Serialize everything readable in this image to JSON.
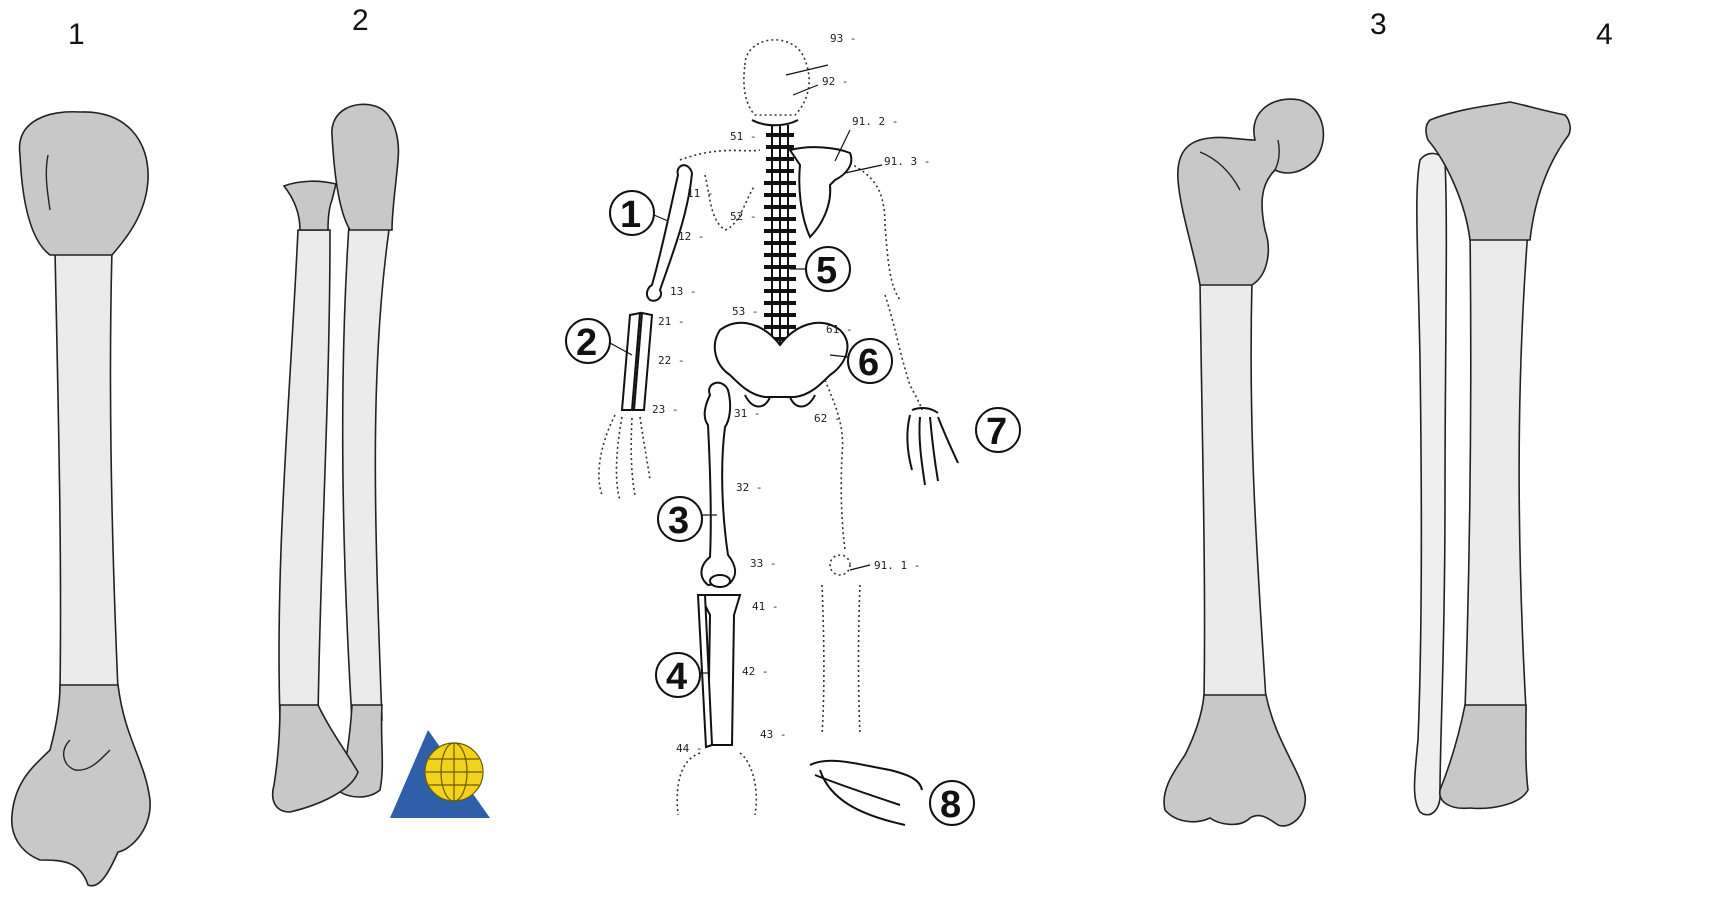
{
  "panels": [
    {
      "label": "1",
      "bone": "humerus"
    },
    {
      "label": "2",
      "bone": "radius-ulna"
    },
    {
      "label": "3",
      "bone": "femur"
    },
    {
      "label": "4",
      "bone": "tibia-fibula"
    }
  ],
  "skeleton": {
    "region_numbers": [
      "1",
      "2",
      "3",
      "4",
      "5",
      "6",
      "7",
      "8"
    ],
    "codes": {
      "c93": "93 -",
      "c92": "92 -",
      "c51": "51 -",
      "c912": "91. 2 -",
      "c913": "91. 3 -",
      "c11": "11 -",
      "c52": "52 -",
      "c12": "12 -",
      "c13": "13 -",
      "c53": "53 -",
      "c61": "61 -",
      "c21": "21 -",
      "c22": "22 -",
      "c23": "23 -",
      "c31": "31 -",
      "c62": "62 -",
      "c32": "32 -",
      "c33": "33 -",
      "c911": "91. 1 -",
      "c41": "41 -",
      "c42": "42 -",
      "c43": "43 -",
      "c44": "44 -"
    }
  },
  "colors": {
    "articular_segment": "#c8c8c8",
    "shaft_segment": "#ebebeb",
    "logo_triangle": "#2f5fa8",
    "logo_globe": "#f3d21c"
  },
  "logo": {
    "icon": "ao-globe-logo"
  }
}
